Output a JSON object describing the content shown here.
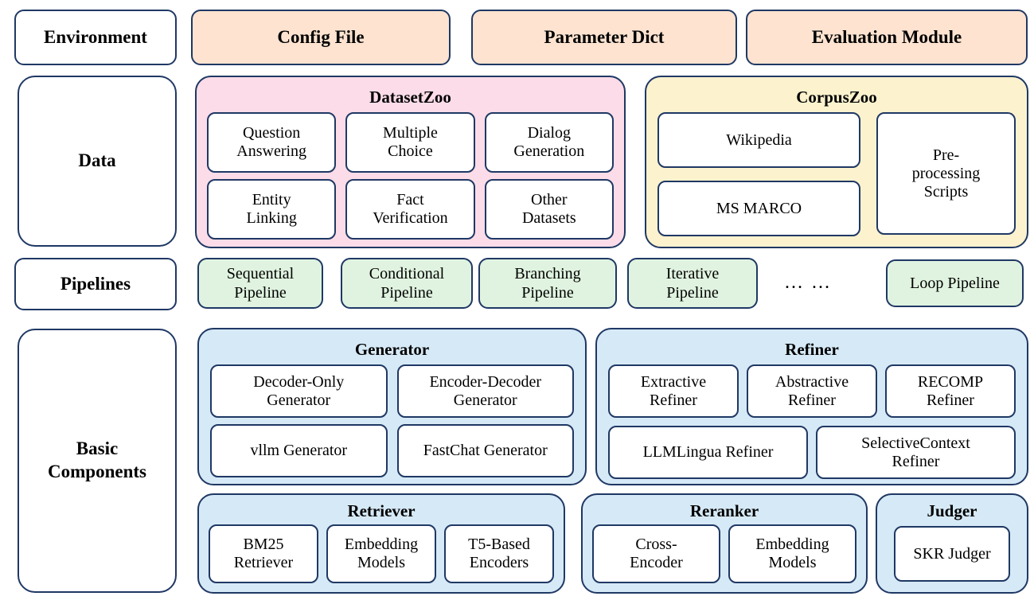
{
  "colors": {
    "border": "#1f3864",
    "peach": "#fde3d0",
    "pink": "#fbdce8",
    "yellow": "#fcf2ce",
    "green": "#e0f3e0",
    "blue": "#d6e9f6",
    "text": "#000000",
    "background": "#ffffff"
  },
  "top_row": {
    "label": "Environment",
    "items": [
      "Config File",
      "Parameter Dict",
      "Evaluation Module"
    ]
  },
  "data_row": {
    "label": "Data",
    "dataset_zoo": {
      "title": "DatasetZoo",
      "items": [
        "Question\nAnswering",
        "Multiple\nChoice",
        "Dialog\nGeneration",
        "Entity\nLinking",
        "Fact\nVerification",
        "Other\nDatasets"
      ]
    },
    "corpus_zoo": {
      "title": "CorpusZoo",
      "items": [
        "Wikipedia",
        "MS MARCO",
        "Pre-\nprocessing\nScripts"
      ]
    }
  },
  "pipelines_row": {
    "label": "Pipelines",
    "items": [
      "Sequential\nPipeline",
      "Conditional\nPipeline",
      "Branching\nPipeline",
      "Iterative\nPipeline"
    ],
    "ellipsis": "… …",
    "loop_label": "Loop Pipeline"
  },
  "components_row": {
    "label": "Basic\nComponents",
    "generator": {
      "title": "Generator",
      "items": [
        "Decoder-Only\nGenerator",
        "Encoder-Decoder\nGenerator",
        "vllm Generator",
        "FastChat Generator"
      ]
    },
    "refiner": {
      "title": "Refiner",
      "items": [
        "Extractive\nRefiner",
        "Abstractive\nRefiner",
        "RECOMP\nRefiner",
        "LLMLingua Refiner",
        "SelectiveContext\nRefiner"
      ]
    },
    "retriever": {
      "title": "Retriever",
      "items": [
        "BM25\nRetriever",
        "Embedding\nModels",
        "T5-Based\nEncoders"
      ]
    },
    "reranker": {
      "title": "Reranker",
      "items": [
        "Cross-\nEncoder",
        "Embedding\nModels"
      ]
    },
    "judger": {
      "title": "Judger",
      "items": [
        "SKR Judger"
      ]
    }
  }
}
